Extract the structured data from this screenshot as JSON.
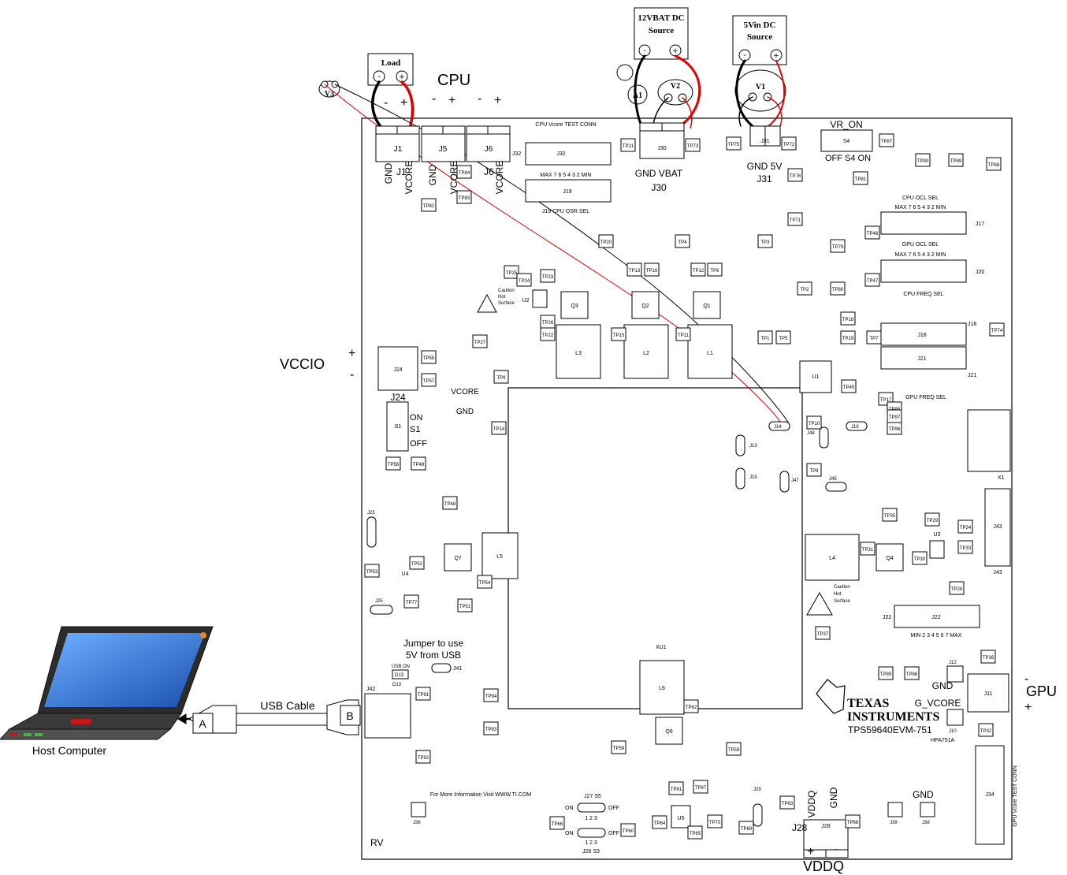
{
  "sources": {
    "load": "Load",
    "bat12": [
      "12VBAT DC",
      "Source"
    ],
    "vin5": [
      "5Vin DC",
      "Source"
    ],
    "minus": "-",
    "plus": "+"
  },
  "meters": {
    "v1": "V1",
    "v2": "V2",
    "v3": "V3",
    "a1": "A1"
  },
  "rails": {
    "cpu": "CPU",
    "vccio": "VCCIO",
    "gpu": "GPU",
    "vddq": "VDDQ"
  },
  "host": {
    "computer": "Host Computer",
    "cable": "USB Cable",
    "conn_a": "A",
    "conn_b": "B"
  },
  "board": {
    "jumper_note": [
      "Jumper to use",
      "5V from USB"
    ],
    "info": "For More Information Visit WWW.TI.COM",
    "caution": [
      "Caution",
      "Hot",
      "Surface"
    ],
    "ti_logo": [
      "TEXAS",
      "INSTRUMENTS"
    ],
    "model": "TPS59640EVM-751",
    "hpa": "HPA751A",
    "rv": "RV",
    "vr_on": "VR_ON",
    "off_s4_on": "OFF  S4  ON",
    "s4": "S4",
    "s1_on": "ON",
    "s1": "S1",
    "s1_off": "OFF",
    "vcore_bar": "VCORE",
    "gnd_bar": "GND"
  },
  "connectors": {
    "j1": "J1",
    "j5": "J5",
    "j6": "J6",
    "j30": "J30",
    "j31": "J31",
    "j32": "J32",
    "j19": "J19",
    "j17": "J17",
    "j20": "J20",
    "j18": "J18",
    "j21": "J21",
    "j24": "J24",
    "j22": "J22",
    "j43": "J43",
    "j11": "J11",
    "j28": "J28",
    "j34": "J34",
    "j42": "J42",
    "x1": "X1",
    "j23": "J23"
  },
  "connector_notes": {
    "j1_pins": [
      "GND",
      "VCORE"
    ],
    "j5_pins": [
      "GND",
      "VCORE"
    ],
    "j6_pins": [
      "GND",
      "VCORE"
    ],
    "j30_pins": "GND  VBAT",
    "j31_pins": "GND  5V",
    "j11_pins": [
      "GND",
      "G_VCORE"
    ],
    "j28_pins": [
      "VDDQ",
      "GND"
    ],
    "cpu_test_conn": "CPU Vcore TEST CONN",
    "gpu_test_conn": "GPU Vcore TEST CONN",
    "cpu_osr": "J19  CPU OSR SEL",
    "osr_scale": "MAX  7  6  5  4  3  2  MIN",
    "gpu_osr_scale": "MIN  2  3  4  5  6  7  MAX",
    "cpu_ocl": "CPU OCL SEL",
    "gpu_ocl": "GPU OCL SEL",
    "cpu_freq": "CPU FREQ SEL",
    "gpu_freq": "GPU FREQ SEL"
  },
  "inductors": {
    "l1": "L1",
    "l2": "L2",
    "l3": "L3",
    "l4": "L4",
    "l5": "L5",
    "l6": "L6"
  },
  "fets": {
    "q1": "Q1",
    "q2": "Q2",
    "q3": "Q3",
    "q4": "Q4",
    "q7": "Q7",
    "q9": "Q9"
  },
  "ics": {
    "u1": "U1",
    "u2": "U2",
    "u3": "U3",
    "u4": "U4",
    "u5": "U5",
    "xu1": "XU1"
  },
  "testpoints": [
    "TP21",
    "TP73",
    "TP75",
    "TP72",
    "TP87",
    "TP90",
    "TP89",
    "TP88",
    "TP84",
    "TP83",
    "TP82",
    "TP81",
    "TP76",
    "TP71",
    "TP46",
    "TP47",
    "TP20",
    "TP4",
    "TP3",
    "TP79",
    "TP80",
    "TP2",
    "TP13",
    "TP16",
    "TP12",
    "TP6",
    "TP25",
    "TP24",
    "TP23",
    "TP26",
    "TP22",
    "TP15",
    "TP11",
    "TP27",
    "TP9",
    "TP55",
    "TP57",
    "TP14",
    "TP56",
    "TP49",
    "TP48",
    "TP52",
    "TP53",
    "TP54",
    "TP51",
    "TP77",
    "TP91",
    "TP94",
    "TP93",
    "TP92",
    "TP18",
    "TP19",
    "TP45",
    "TP17",
    "TP10",
    "TP8",
    "TP35",
    "TP29",
    "TP34",
    "TP31",
    "TP30",
    "TP33",
    "TP28",
    "TP37",
    "TP85",
    "TP86",
    "TP36",
    "TP32",
    "TP62",
    "TP58",
    "TP59",
    "TP61",
    "TP67",
    "TP64",
    "TP65",
    "TP70",
    "TP69",
    "TP63",
    "TP68",
    "TP66",
    "TP60",
    "TP74",
    "TP1",
    "TP5",
    "TP7",
    "TP95",
    "TP96",
    "TP97"
  ],
  "jumpers": {
    "j27_s5": "J27  S5",
    "j26_s3": "J26  S3",
    "pins": "1   2   3",
    "off": "OFF",
    "on": "ON",
    "usb_on": "USB ON",
    "d13": "D13",
    "j41": "J41",
    "j25": "J25",
    "j14": "J14",
    "j13": "J13",
    "j15": "J15",
    "j16": "J16",
    "j47": "J47",
    "j48": "J48",
    "j45": "J45",
    "j29": "J29",
    "j36": "J36",
    "j39": "J39",
    "j38": "J38",
    "j12": "J12",
    "j10": "J10"
  },
  "vccio_pins": {
    "plus": "+",
    "minus": "-"
  },
  "vddq_pins": {
    "plus": "+",
    "minus": "-"
  },
  "gpu_pins": {
    "minus": "-",
    "plus": "+"
  },
  "cpu_pins": [
    "-",
    "+",
    "-",
    "+",
    "-",
    "+"
  ],
  "ground_labels": {
    "gnd": "GND"
  },
  "colors": {
    "probe_red": "#e00000",
    "probe_black": "#000000",
    "laptop_screen": "#1a6fd8",
    "laptop_accent": "#c01818"
  }
}
